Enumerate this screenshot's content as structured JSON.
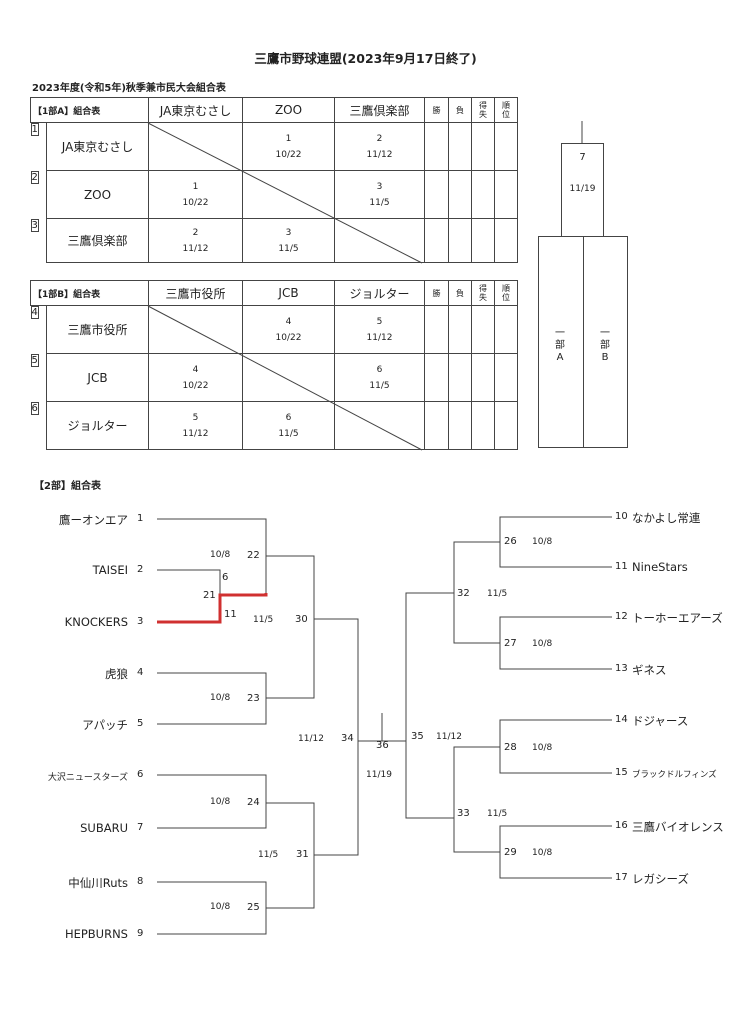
{
  "title": "三鷹市野球連盟(2023年9月17日終了)",
  "subtitle": "2023年度(令和5年)秋季兼市民大会組合表",
  "div1a": {
    "label": "【1部A】組合表",
    "teams": [
      "JA東京むさし",
      "ZOO",
      "三鷹倶楽部"
    ],
    "ids": [
      "1",
      "2",
      "3"
    ],
    "stat_headers": [
      "勝",
      "負",
      "得失",
      "順位"
    ],
    "cells": [
      [
        null,
        {
          "game": "1",
          "date": "10/22"
        },
        {
          "game": "2",
          "date": "11/12"
        }
      ],
      [
        {
          "game": "1",
          "date": "10/22"
        },
        null,
        {
          "game": "3",
          "date": "11/5"
        }
      ],
      [
        {
          "game": "2",
          "date": "11/12"
        },
        {
          "game": "3",
          "date": "11/5"
        },
        null
      ]
    ]
  },
  "div1b": {
    "label": "【1部B】組合表",
    "teams": [
      "三鷹市役所",
      "JCB",
      "ジョルター"
    ],
    "ids": [
      "4",
      "5",
      "6"
    ],
    "stat_headers": [
      "勝",
      "負",
      "得失",
      "順位"
    ],
    "cells": [
      [
        null,
        {
          "game": "4",
          "date": "10/22"
        },
        {
          "game": "5",
          "date": "11/12"
        }
      ],
      [
        {
          "game": "4",
          "date": "10/22"
        },
        null,
        {
          "game": "6",
          "date": "11/5"
        }
      ],
      [
        {
          "game": "5",
          "date": "11/12"
        },
        {
          "game": "6",
          "date": "11/5"
        },
        null
      ]
    ]
  },
  "final1": {
    "game": "7",
    "date": "11/19",
    "left": "一部A",
    "right": "一部B"
  },
  "div2": {
    "label": "【2部】組合表",
    "left_teams": [
      {
        "name": "鷹ーオンエア",
        "seed": "1"
      },
      {
        "name": "TAISEI",
        "seed": "2"
      },
      {
        "name": "KNOCKERS",
        "seed": "3"
      },
      {
        "name": "虎狼",
        "seed": "4"
      },
      {
        "name": "アパッチ",
        "seed": "5"
      },
      {
        "name": "大沢ニュースターズ",
        "seed": "6"
      },
      {
        "name": "SUBARU",
        "seed": "7"
      },
      {
        "name": "中仙川Ruts",
        "seed": "8"
      },
      {
        "name": "HEPBURNS",
        "seed": "9"
      }
    ],
    "right_teams": [
      {
        "name": "なかよし常連",
        "seed": "10"
      },
      {
        "name": "NineStars",
        "seed": "11"
      },
      {
        "name": "トーホーエアーズ",
        "seed": "12"
      },
      {
        "name": "ギネス",
        "seed": "13"
      },
      {
        "name": "ドジャース",
        "seed": "14"
      },
      {
        "name": "ブラックドルフィンズ",
        "seed": "15"
      },
      {
        "name": "三鷹バイオレンス",
        "seed": "16"
      },
      {
        "name": "レガシーズ",
        "seed": "17"
      }
    ],
    "games": {
      "g21": {
        "game": "21"
      },
      "g6": {
        "game": "6"
      },
      "g11": {
        "game": "11"
      },
      "g22": {
        "game": "22",
        "date": "10/8"
      },
      "g23": {
        "game": "23",
        "date": "10/8"
      },
      "g24": {
        "game": "24",
        "date": "10/8"
      },
      "g25": {
        "game": "25",
        "date": "10/8"
      },
      "g30": {
        "game": "30",
        "date": "11/5"
      },
      "g31": {
        "game": "31",
        "date": "11/5"
      },
      "g34": {
        "game": "34",
        "date": "11/12"
      },
      "g36": {
        "game": "36",
        "date": "11/19"
      },
      "g26": {
        "game": "26",
        "date": "10/8"
      },
      "g27": {
        "game": "27",
        "date": "10/8"
      },
      "g28": {
        "game": "28",
        "date": "10/8"
      },
      "g29": {
        "game": "29",
        "date": "10/8"
      },
      "g32": {
        "game": "32",
        "date": "11/5"
      },
      "g33": {
        "game": "33",
        "date": "11/5"
      },
      "g35": {
        "game": "35",
        "date": "11/12"
      }
    },
    "winner_line_color": "#d03030"
  }
}
